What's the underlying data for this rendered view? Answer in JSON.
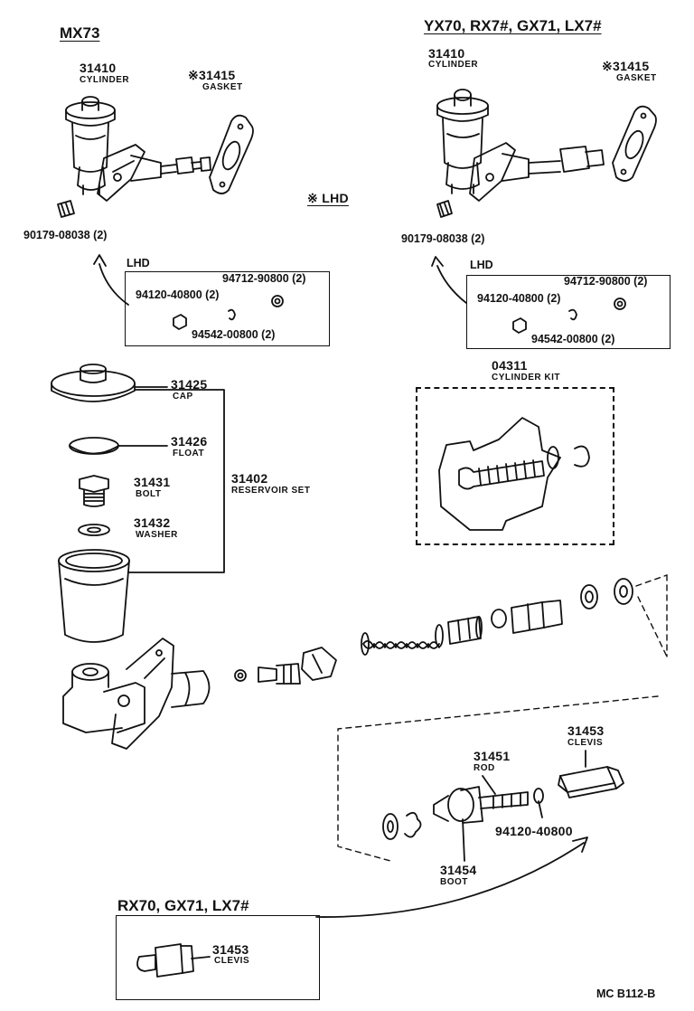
{
  "left_assembly": {
    "model": "MX73",
    "cylinder_no": "31410",
    "cylinder_name": "CYLINDER",
    "gasket_no": "※31415",
    "gasket_name": "GASKET",
    "nut_no": "90179-08038 (2)"
  },
  "lhd_note": "※ LHD",
  "right_assembly": {
    "models": "YX70, RX7#, GX71, LX7#",
    "cylinder_no": "31410",
    "cylinder_name": "CYLINDER",
    "gasket_no": "※31415",
    "gasket_name": "GASKET",
    "nut_no": "90179-08038 (2)"
  },
  "lhd_box_left": {
    "title": "LHD",
    "part_a": "94712-90800 (2)",
    "part_b": "94120-40800 (2)",
    "part_c": "94542-00800 (2)"
  },
  "lhd_box_right": {
    "title": "LHD",
    "part_a": "94712-90800 (2)",
    "part_b": "94120-40800 (2)",
    "part_c": "94542-00800 (2)"
  },
  "reservoir": {
    "cap_no": "31425",
    "cap_name": "CAP",
    "float_no": "31426",
    "float_name": "FLOAT",
    "bolt_no": "31431",
    "bolt_name": "BOLT",
    "washer_no": "31432",
    "washer_name": "WASHER",
    "set_no": "31402",
    "set_name": "RESERVOIR SET"
  },
  "cylinder_kit": {
    "no": "04311",
    "name": "CYLINDER KIT"
  },
  "push_rod": {
    "clevis_no": "31453",
    "clevis_name": "CLEVIS",
    "rod_no": "31451",
    "rod_name": "ROD",
    "nut_no": "94120-40800",
    "boot_no": "31454",
    "boot_name": "BOOT"
  },
  "inset": {
    "models": "RX70, GX71, LX7#",
    "clevis_no": "31453",
    "clevis_name": "CLEVIS"
  },
  "footer": {
    "code": "MC B112-B"
  }
}
